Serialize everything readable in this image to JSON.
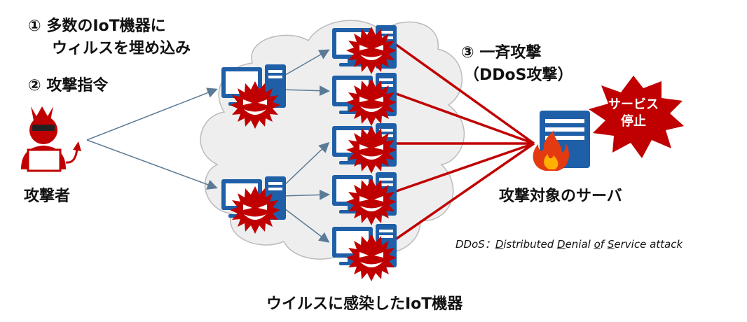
{
  "labels": {
    "step1_num": "①",
    "step1_line1": "多数のIoT機器に",
    "step1_line2": "ウィルスを埋め込み",
    "step2_num": "②",
    "step2_text": "攻撃指令",
    "step3_num": "③",
    "step3_line1": "一斉攻撃",
    "step3_line2": "（DDoS攻撃）",
    "attacker": "攻撃者",
    "target": "攻撃対象のサーバ",
    "devices": "ウイルスに感染したIoT機器",
    "burst_line1": "サービス",
    "burst_line2": "停止",
    "abbr_head": "DDoS：",
    "abbr_d": "D",
    "abbr_istributed": "istributed ",
    "abbr_D2": "D",
    "abbr_enial": "enial ",
    "abbr_o": "o",
    "abbr_f": "f ",
    "abbr_S": "S",
    "abbr_ervice": "ervice attack"
  },
  "colors": {
    "attack_red": "#c00000",
    "computer_blue": "#1f5fa8",
    "cloud_fill": "#eeeeee",
    "arrow_gray": "#5a7a96"
  }
}
